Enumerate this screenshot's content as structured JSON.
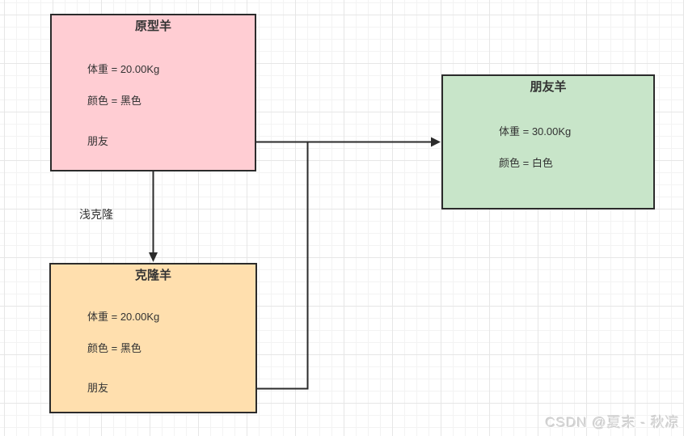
{
  "nodes": {
    "prototype": {
      "title": "原型羊",
      "fields": [
        "体重 = 20.00Kg",
        "颜色 = 黑色",
        "朋友"
      ]
    },
    "friend": {
      "title": "朋友羊",
      "fields": [
        "体重 = 30.00Kg",
        "颜色 = 白色"
      ]
    },
    "clone": {
      "title": "克隆羊",
      "fields": [
        "体重 = 20.00Kg",
        "颜色 = 黑色",
        "朋友"
      ]
    }
  },
  "edges": {
    "shallow_clone_label": "浅克隆"
  },
  "watermark": {
    "text": "CSDN @夏末 - 秋凉"
  },
  "colors": {
    "prototype_fill": "#ffcdd3",
    "friend_fill": "#c8e5c9",
    "clone_fill": "#ffdfae",
    "node_border": "#2b2b2b",
    "connector": "#2b2b2b",
    "text": "#333333",
    "watermark_text": "#d6d6d6"
  }
}
